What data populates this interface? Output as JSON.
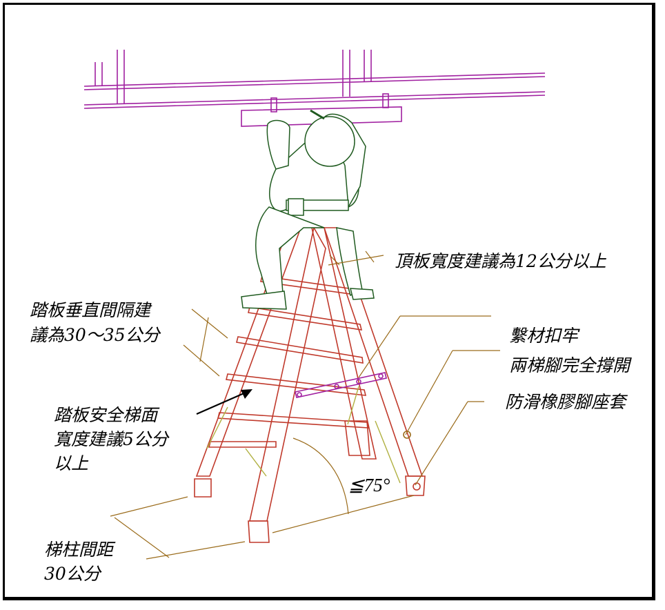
{
  "labels": {
    "top_plate": "頂板寬度建議為12公分以上",
    "step_spacing_1": "踏板垂直間隔建",
    "step_spacing_2": "議為30～35公分",
    "fasten": "繫材扣牢",
    "legs_open": "兩梯腳完全撐開",
    "anti_slip": "防滑橡膠腳座套",
    "tread_width_1": "踏板安全梯面",
    "tread_width_2": "寬度建議5公分",
    "tread_width_3": "以上",
    "angle": "≦75°",
    "leg_spacing_1": "梯柱間距",
    "leg_spacing_2": "30公分"
  },
  "colors": {
    "ladder": "#c0392b",
    "beam": "#a020a0",
    "worker": "#1f5a1f",
    "dimension": "#9a6b1a",
    "brace": "#b0b040"
  }
}
